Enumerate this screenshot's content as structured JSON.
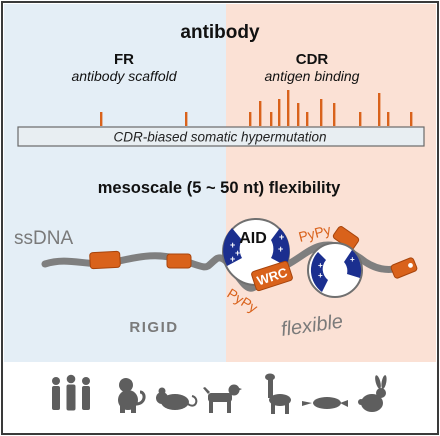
{
  "title": "antibody",
  "fr": {
    "label": "FR",
    "sublabel": "antibody scaffold"
  },
  "cdr": {
    "label": "CDR",
    "sublabel": "antigen binding"
  },
  "hypermutation_label": "CDR-biased somatic hypermutation",
  "flexibility_title": "mesoscale (5 ~ 50 nt) flexibility",
  "strand_label": "ssDNA",
  "enzyme_label": "AID",
  "motif_label": "WRC",
  "pypy_right": "PyPy",
  "pypy_left": "PyPy",
  "rigid_label": "RIGID",
  "flexible_label": "flexible",
  "charge_symbol": "+",
  "species": [
    "human-icon",
    "monkey-icon",
    "mouse-icon",
    "dog-icon",
    "llama-icon",
    "platypus-icon",
    "rabbit-icon"
  ],
  "colors": {
    "fr_panel": "#e4eef6",
    "cdr_panel": "#fbe1d5",
    "mutation": "#d9621b",
    "strand": "#7f7f7f",
    "aid_blue": "#1b2f8f",
    "silhouette": "#5e5e5e"
  }
}
